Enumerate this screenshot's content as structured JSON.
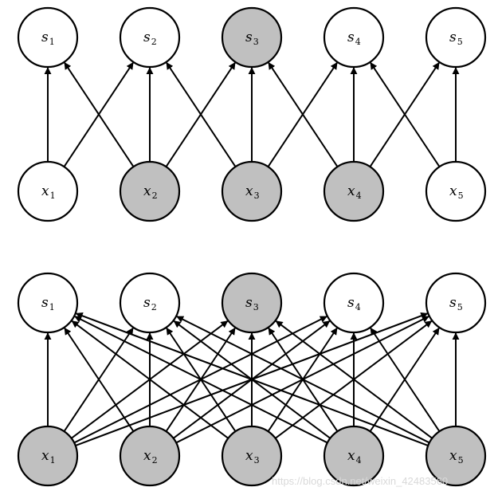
{
  "colors": {
    "filled": "#c0c0c0",
    "empty": "#ffffff",
    "stroke": "#000000"
  },
  "panels": [
    {
      "name": "sparse-connectivity",
      "outputs": [
        {
          "base": "s",
          "sub": "1",
          "highlighted": false
        },
        {
          "base": "s",
          "sub": "2",
          "highlighted": false
        },
        {
          "base": "s",
          "sub": "3",
          "highlighted": true
        },
        {
          "base": "s",
          "sub": "4",
          "highlighted": false
        },
        {
          "base": "s",
          "sub": "5",
          "highlighted": false
        }
      ],
      "inputs": [
        {
          "base": "x",
          "sub": "1",
          "highlighted": false
        },
        {
          "base": "x",
          "sub": "2",
          "highlighted": true
        },
        {
          "base": "x",
          "sub": "3",
          "highlighted": true
        },
        {
          "base": "x",
          "sub": "4",
          "highlighted": true
        },
        {
          "base": "x",
          "sub": "5",
          "highlighted": false
        }
      ],
      "edges": [
        [
          0,
          0
        ],
        [
          0,
          1
        ],
        [
          1,
          0
        ],
        [
          1,
          1
        ],
        [
          1,
          2
        ],
        [
          2,
          1
        ],
        [
          2,
          2
        ],
        [
          2,
          3
        ],
        [
          3,
          2
        ],
        [
          3,
          3
        ],
        [
          3,
          4
        ],
        [
          4,
          3
        ],
        [
          4,
          4
        ]
      ]
    },
    {
      "name": "dense-connectivity",
      "outputs": [
        {
          "base": "s",
          "sub": "1",
          "highlighted": false
        },
        {
          "base": "s",
          "sub": "2",
          "highlighted": false
        },
        {
          "base": "s",
          "sub": "3",
          "highlighted": true
        },
        {
          "base": "s",
          "sub": "4",
          "highlighted": false
        },
        {
          "base": "s",
          "sub": "5",
          "highlighted": false
        }
      ],
      "inputs": [
        {
          "base": "x",
          "sub": "1",
          "highlighted": true
        },
        {
          "base": "x",
          "sub": "2",
          "highlighted": true
        },
        {
          "base": "x",
          "sub": "3",
          "highlighted": true
        },
        {
          "base": "x",
          "sub": "4",
          "highlighted": true
        },
        {
          "base": "x",
          "sub": "5",
          "highlighted": true
        }
      ],
      "edges": "all"
    }
  ],
  "watermark": "https://blog.csdn.net/weixin_42483560"
}
